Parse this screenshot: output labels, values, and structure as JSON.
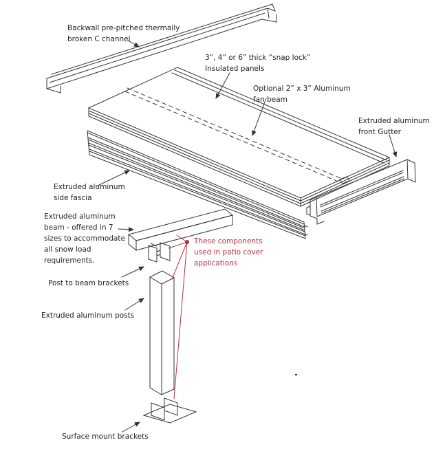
{
  "title": "Patio cover / insulated roof panel exploded diagram",
  "colors": {
    "line": "#333333",
    "text": "#20202a",
    "callout_red": "#b2323e",
    "background": "#ffffff"
  },
  "labels": {
    "backwall": "Backwall pre-pitched thermally\nbroken C channel",
    "panels": "3”, 4” or 6” thick “snap lock”\nInsulated panels",
    "fan_beam": "Optional 2” x 3” Aluminum\nfan beam",
    "gutter": "Extruded aluminum\nfront Gutter",
    "side_fascia": "Extruded aluminum\nside fascia",
    "beam": "Extruded aluminum\nbeam - offered in 7\nsizes to accommodate\nall  snow load\nrequirements.",
    "post_brackets": "Post to beam brackets",
    "posts": "Extruded aluminum posts",
    "surface_brackets": "Surface mount  brackets",
    "patio_note": "These components\nused in patio cover\napplications"
  },
  "components": [
    "Backwall pre-pitched thermally broken C channel",
    "Snap lock insulated panels (3\", 4\" or 6\" thick)",
    "Optional 2\" x 3\" aluminum fan beam",
    "Extruded aluminum front gutter",
    "Extruded aluminum side fascia",
    "Extruded aluminum beam (7 sizes for snow load requirements)",
    "Post to beam brackets",
    "Extruded aluminum posts",
    "Surface mount brackets"
  ],
  "note": "Red callout marks components used in patio cover applications"
}
